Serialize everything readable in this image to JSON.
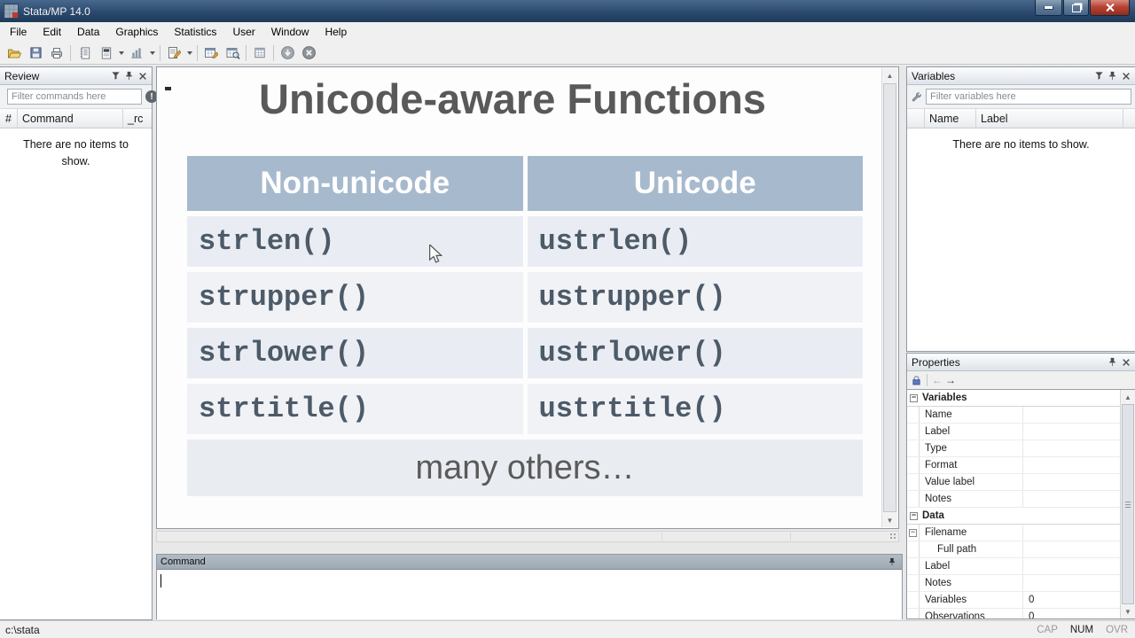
{
  "window": {
    "title": "Stata/MP 14.0"
  },
  "menu": {
    "items": [
      "File",
      "Edit",
      "Data",
      "Graphics",
      "Statistics",
      "User",
      "Window",
      "Help"
    ]
  },
  "toolbar": {
    "buttons": [
      "open",
      "save",
      "print",
      "log",
      "viewer",
      "graph",
      "do-file-editor",
      "data-editor",
      "data-browser",
      "variables-manager",
      "show-more-results",
      "break"
    ]
  },
  "review": {
    "title": "Review",
    "filter_placeholder": "Filter commands here",
    "columns": [
      "#",
      "Command",
      "_rc"
    ],
    "empty_text": "There are no items to show."
  },
  "variables_panel": {
    "title": "Variables",
    "filter_placeholder": "Filter variables here",
    "columns": [
      "Name",
      "Label"
    ],
    "empty_text": "There are no items to show."
  },
  "slide": {
    "title": "Unicode-aware Functions",
    "table": {
      "headers": [
        "Non-unicode",
        "Unicode"
      ],
      "rows": [
        [
          "strlen()",
          "ustrlen()"
        ],
        [
          "strupper()",
          "ustrupper()"
        ],
        [
          "strlower()",
          "ustrlower()"
        ],
        [
          "strtitle()",
          "ustrtitle()"
        ]
      ],
      "footer": "many others…"
    },
    "colors": {
      "header_bg": "#a7b9cd",
      "row_bg": "#e9edf3",
      "title_text": "#595959",
      "code_text": "#4d5a68"
    }
  },
  "command_panel": {
    "title": "Command",
    "value": ""
  },
  "properties": {
    "title": "Properties",
    "toolbar_icons": [
      "lock",
      "back-arrow",
      "forward-arrow"
    ],
    "groups": [
      {
        "label": "Variables",
        "rows": [
          {
            "label": "Name",
            "value": ""
          },
          {
            "label": "Label",
            "value": ""
          },
          {
            "label": "Type",
            "value": ""
          },
          {
            "label": "Format",
            "value": ""
          },
          {
            "label": "Value label",
            "value": ""
          },
          {
            "label": "Notes",
            "value": ""
          }
        ]
      },
      {
        "label": "Data",
        "rows": [
          {
            "label": "Filename",
            "value": ""
          },
          {
            "label": "Full path",
            "value": ""
          },
          {
            "label": "Label",
            "value": ""
          },
          {
            "label": "Notes",
            "value": ""
          },
          {
            "label": "Variables",
            "value": "0"
          },
          {
            "label": "Observations",
            "value": "0"
          }
        ]
      }
    ]
  },
  "status_bar": {
    "path": "c:\\stata",
    "indicators": [
      "CAP",
      "NUM",
      "OVR"
    ],
    "active_indicator": "NUM"
  }
}
